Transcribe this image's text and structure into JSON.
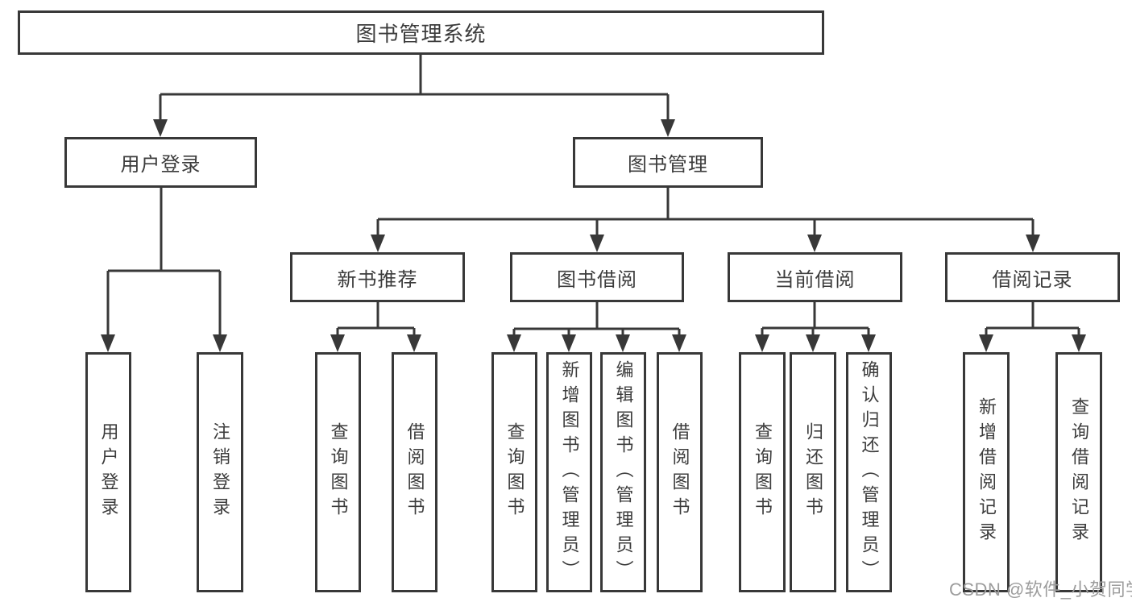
{
  "root": {
    "label": "图书管理系统",
    "children": [
      {
        "label": "用户登录",
        "children": [
          {
            "label": "用户登录"
          },
          {
            "label": "注销登录"
          }
        ]
      },
      {
        "label": "图书管理",
        "children": [
          {
            "label": "新书推荐",
            "children": [
              {
                "label": "查询图书"
              },
              {
                "label": "借阅图书"
              }
            ]
          },
          {
            "label": "图书借阅",
            "children": [
              {
                "label": "查询图书"
              },
              {
                "label": "新增图书（管理员）"
              },
              {
                "label": "编辑图书（管理员）"
              },
              {
                "label": "借阅图书"
              }
            ]
          },
          {
            "label": "当前借阅",
            "children": [
              {
                "label": "查询图书"
              },
              {
                "label": "归还图书"
              },
              {
                "label": "确认归还（管理员）"
              }
            ]
          },
          {
            "label": "借阅记录",
            "children": [
              {
                "label": "新增借阅记录"
              },
              {
                "label": "查询借阅记录"
              }
            ]
          }
        ]
      }
    ]
  },
  "watermark": {
    "text": "CSDN @软件_小贺同学"
  },
  "colors": {
    "line": "#383838",
    "box_border": "#383838",
    "text": "#3c3c3c",
    "watermark": "#9c9c9c",
    "background": "#ffffff"
  }
}
